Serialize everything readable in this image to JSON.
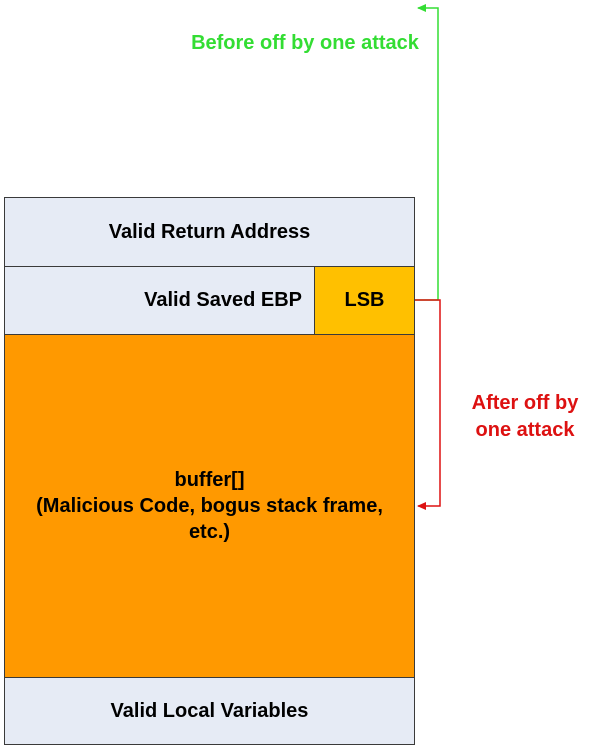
{
  "diagram": {
    "before_label": "Before off by one attack",
    "after_label_line1": "After off by",
    "after_label_line2": "one attack",
    "stack": {
      "return_address": "Valid Return Address",
      "saved_ebp": "Valid Saved EBP",
      "lsb": "LSB",
      "buffer_line1": "buffer[]",
      "buffer_line2": "(Malicious Code, bogus stack frame,",
      "buffer_line3": "etc.)",
      "local_variables": "Valid Local Variables"
    },
    "colors": {
      "frame_fill": "#e6ebf5",
      "lsb_fill": "#ffc000",
      "buffer_fill": "#ff9900",
      "before_arrow": "#33dd33",
      "after_arrow": "#dd1111"
    }
  }
}
